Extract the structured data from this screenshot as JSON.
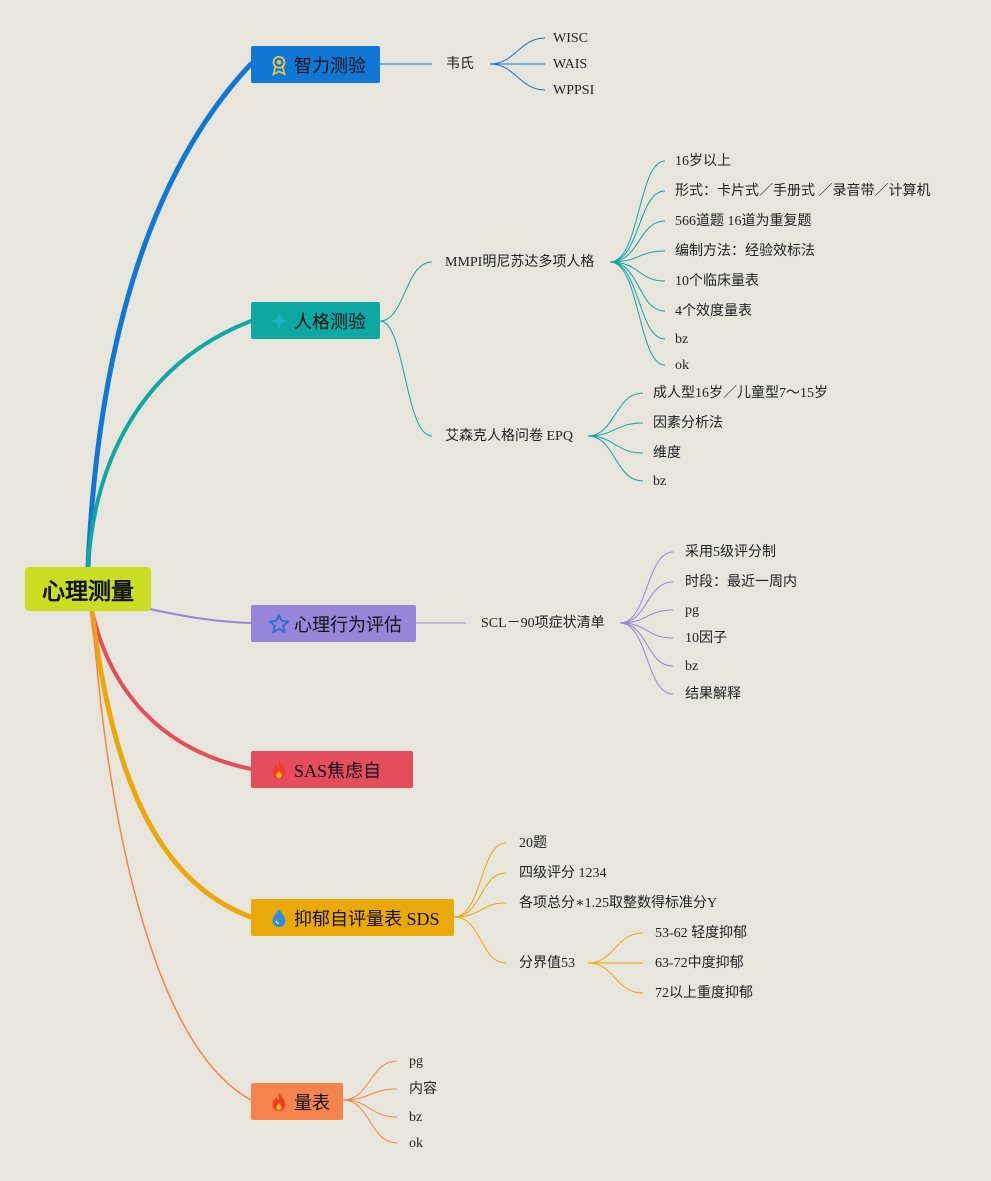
{
  "root": {
    "label": "心理测量",
    "color": "#c9dd22"
  },
  "branches": [
    {
      "label": "智力测验",
      "color": "#1078d4",
      "icon": "medal-icon"
    },
    {
      "label": "人格测验",
      "color": "#0ea8a2",
      "icon": "sparkle-icon"
    },
    {
      "label": "心理行为评估",
      "color": "#9685d8",
      "icon": "star-icon"
    },
    {
      "label": "SAS焦虑自",
      "color": "#e44d5d",
      "icon": "fire-icon"
    },
    {
      "label": "抑郁自评量表 SDS",
      "color": "#eba80a",
      "icon": "water-drop-icon"
    },
    {
      "label": "量表",
      "color": "#f5844c",
      "icon": "fire-icon"
    }
  ],
  "nodes": {
    "weishi": "韦氏",
    "wisc": "WISC",
    "wais": "WAIS",
    "wppsi": "WPPSI",
    "mmpi": "MMPI明尼苏达多项人格",
    "mmpi_items": [
      "16岁以上",
      "形式：卡片式／手册式 ／录音带／计算机",
      "566道题 16道为重复题",
      "编制方法：经验效标法",
      "10个临床量表",
      "4个效度量表",
      "bz",
      "ok"
    ],
    "epq": "艾森克人格问卷 EPQ",
    "epq_items": [
      "成人型16岁／儿童型7〜15岁",
      "因素分析法",
      "维度",
      "bz"
    ],
    "scl": "SCL－90项症状清单",
    "scl_items": [
      "采用5级评分制",
      "时段：最近一周内",
      "pg",
      "10因子",
      "bz",
      "结果解释"
    ],
    "sds_items": [
      "20题",
      "四级评分 1234",
      "各项总分∗1.25取整数得标准分Y",
      "分界值53"
    ],
    "cutoff_items": [
      "53-62 轻度抑郁",
      "63-72中度抑郁",
      "72以上重度抑郁"
    ],
    "scale_items": [
      "pg",
      "内容",
      "bz",
      "ok"
    ]
  }
}
